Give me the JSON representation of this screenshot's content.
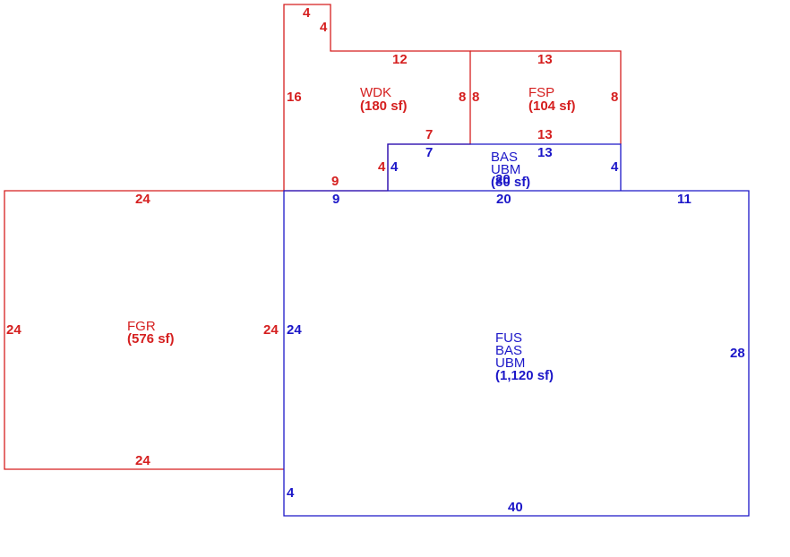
{
  "colors": {
    "red": "#d51f1f",
    "blue": "#1c17c8",
    "background": "#ffffff"
  },
  "areas": {
    "fgr": {
      "code": "FGR",
      "size": "(576 sf)"
    },
    "wdk": {
      "code": "WDK",
      "size": "(180 sf)"
    },
    "fsp": {
      "code": "FSP",
      "size": "(104 sf)"
    },
    "bas_small": {
      "line1": "BAS",
      "line2": "UBM",
      "size_a": "(80 sf)",
      "size_b": "20"
    },
    "fus_main": {
      "line1": "FUS",
      "line2": "BAS",
      "line3": "UBM",
      "size": "(1,120 sf)"
    }
  },
  "dimensions": {
    "wdk_top_short": "4",
    "wdk_step": "4",
    "wdk_top": "12",
    "wdk_left": "16",
    "wdk_right": "8",
    "wdk_bottom_right": "7",
    "wdk_bottom_left": "9",
    "wdk_notch": "4",
    "fsp_top": "13",
    "fsp_left": "8",
    "fsp_right": "8",
    "fsp_bottom": "13",
    "bas_top": "13",
    "bas_left": "7",
    "bas_left_side": "4",
    "bas_right": "4",
    "fgr_top": "24",
    "fgr_left": "24",
    "fgr_right": "24",
    "fgr_bottom": "24",
    "fus_top_left": "9",
    "fus_top_mid": "20",
    "fus_top_right": "11",
    "fus_left": "24",
    "fus_right": "28",
    "fus_left_low": "4",
    "fus_bottom": "40"
  }
}
